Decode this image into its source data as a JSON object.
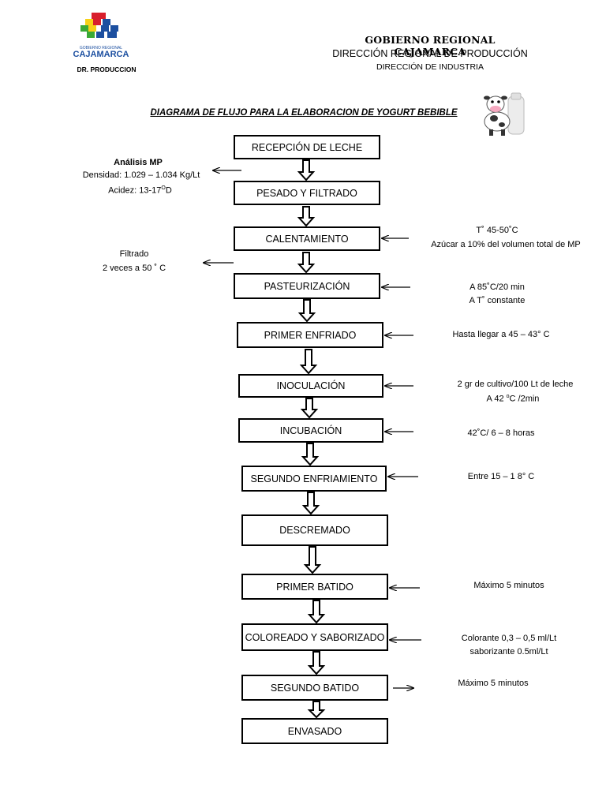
{
  "header": {
    "logo_text_small": "GOBIERNO REGIONAL",
    "logo_text_large": "CAJAMARCA",
    "logo_caption": "DR. PRODUCCION",
    "title": "GOBIERNO REGIONAL CAJAMARCA",
    "subtitle": "DIRECCIÓN REGIONAL DE PRODUCCIÓN",
    "subtitle2": "DIRECCIÓN DE INDUSTRIA"
  },
  "diagram_title": "DIAGRAMA DE FLUJO PARA LA ELABORACION DE YOGURT BEBIBLE",
  "steps": [
    "RECEPCIÓN DE LECHE",
    "PESADO Y FILTRADO",
    "CALENTAMIENTO",
    "PASTEURIZACIÓN",
    "PRIMER ENFRIADO",
    "INOCULACIÓN",
    "INCUBACIÓN",
    "SEGUNDO ENFRIAMIENTO",
    "DESCREMADO",
    "PRIMER BATIDO",
    "COLOREADO Y SABORIZADO",
    "SEGUNDO BATIDO",
    "ENVASADO"
  ],
  "left_notes": {
    "analisis_title": "Análisis MP",
    "densidad": "Densidad: 1.029 – 1.034 Kg/Lt",
    "acidez": "Acidez: 13-17",
    "acidez_deg": "O",
    "acidez_unit": "D",
    "filtrado_1": "Filtrado",
    "filtrado_2": "2 veces a  50 ˚ C"
  },
  "right_notes": {
    "calentamiento_1": "T˚ 45-50˚C",
    "calentamiento_2": "Azúcar a 10% del volumen total de MP",
    "pasteurizacion_1": "A 85˚C/20 min",
    "pasteurizacion_2": "A T˚ constante",
    "enfriado": "Hasta llegar a 45 – 43° C",
    "inoculacion_1": "2  gr de cultivo/100 Lt de leche",
    "inoculacion_2": "A 42 ",
    "inoculacion_2_deg": "o",
    "inoculacion_2_end": "C /2min",
    "incubacion": "42˚C/ 6 – 8 horas",
    "segundo_enfriamiento": "Entre 15 – 1 8° C",
    "primer_batido": "Máximo 5 minutos",
    "coloreado_1": "Colorante 0,3 – 0,5 ml/Lt",
    "coloreado_2": "saborizante 0.5ml/Lt",
    "segundo_batido": "Máximo 5 minutos"
  },
  "colors": {
    "logo_red": "#d81e2c",
    "logo_yellow": "#f7d117",
    "logo_green": "#3aa935",
    "logo_blue": "#1c4fa0"
  },
  "icons": [
    "cajamarca-logo-icon",
    "cow-milk-icon"
  ]
}
